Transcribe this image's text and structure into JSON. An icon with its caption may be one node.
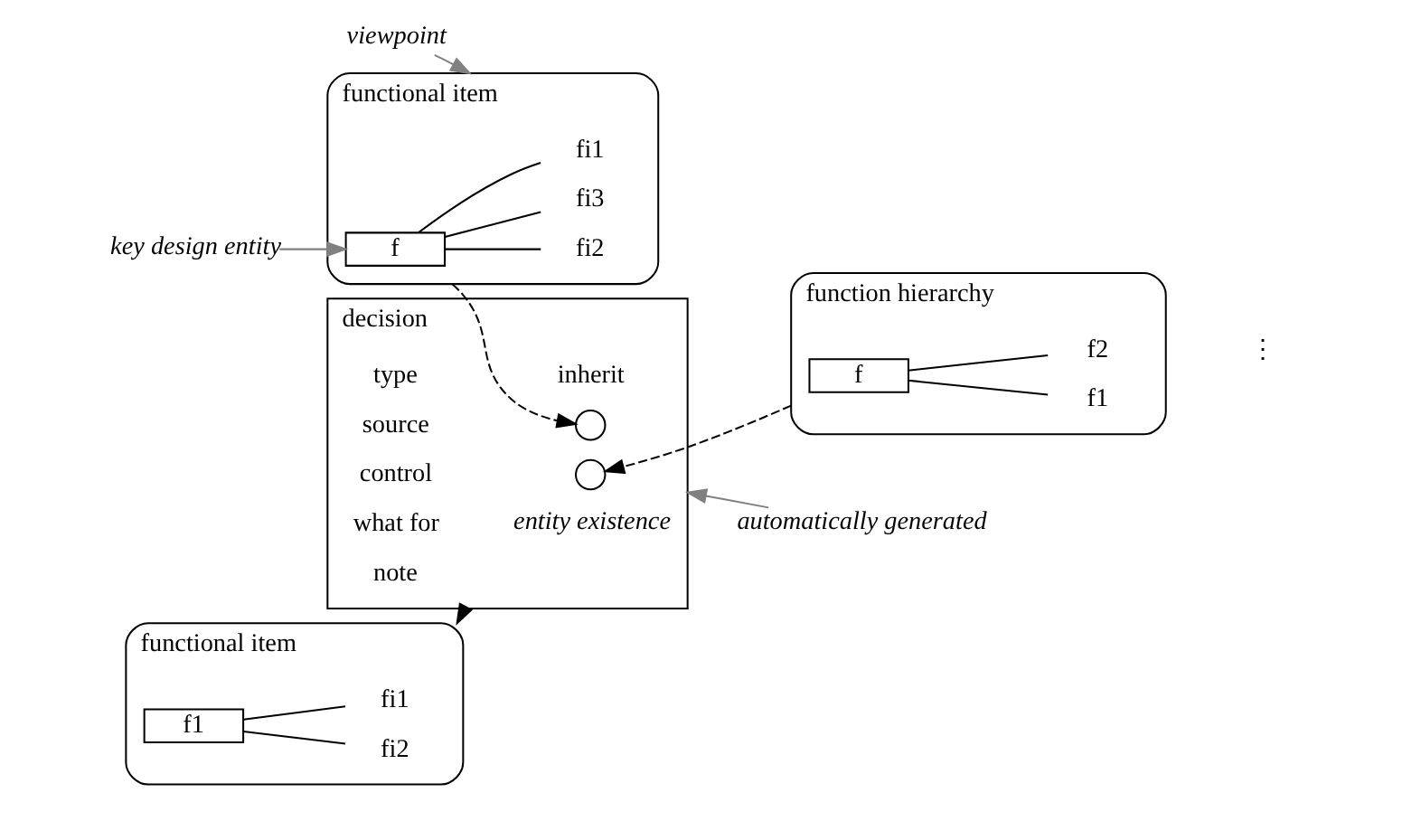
{
  "diagram": {
    "nodes": [
      {
        "text": [
          "viewpoint"
        ]
      },
      {
        "text": [
          "key design entity"
        ]
      },
      {
        "text": [
          "functional item"
        ]
      },
      {
        "text": [
          "f"
        ],
        "in": 2
      },
      {
        "text": [
          "fi1"
        ],
        "in": 2
      },
      {
        "text": [
          "fi2"
        ],
        "in": 2
      },
      {
        "text": [
          "fi3"
        ],
        "in": 2
      },
      {
        "text": [
          "decision"
        ]
      },
      {
        "text": [],
        "shape": "circle",
        "in": 7
      },
      {
        "text": [],
        "shape": "circle",
        "in": 7
      },
      {
        "text": [
          "function hierarchy"
        ]
      },
      {
        "text": [
          "f"
        ],
        "in": 10
      },
      {
        "text": [
          "f1"
        ],
        "in": 10
      },
      {
        "text": [
          "f2"
        ],
        "in": 10
      },
      {
        "text": [
          "automatically generated"
        ]
      },
      {
        "text": [
          "functional item"
        ]
      },
      {
        "text": [
          "f1"
        ],
        "in": 15
      },
      {
        "text": [
          "fi1"
        ],
        "in": 15
      },
      {
        "text": [
          "fi2"
        ],
        "in": 15
      }
    ],
    "edges": [
      {
        "from": 0,
        "to": 2,
        "arrow": "to",
        "color": "#808080"
      },
      {
        "from": 1,
        "to": 3,
        "arrow": "to",
        "color": "#808080"
      },
      {
        "from": 2,
        "to": 8,
        "arrow": "to",
        "style": "dashed"
      },
      {
        "from": 10,
        "to": 9,
        "arrow": "to",
        "style": "dashed"
      },
      {
        "from": 14,
        "to": 7,
        "arrow": "to",
        "color": "#808080"
      },
      {
        "from": 7,
        "to": 15,
        "arrow": "to"
      },
      {
        "from": 3,
        "to": 4,
        "arrow": "none"
      },
      {
        "from": 3,
        "to": 5,
        "arrow": "none"
      },
      {
        "from": 3,
        "to": 6,
        "arrow": "none"
      },
      {
        "from": 11,
        "to": 12,
        "arrow": "none"
      },
      {
        "from": 11,
        "to": 13,
        "arrow": "none"
      },
      {
        "from": 16,
        "to": 17,
        "arrow": "none"
      },
      {
        "from": 16,
        "to": 18,
        "arrow": "none"
      }
    ],
    "labels": [
      "type",
      "inherit",
      "source",
      "control",
      "what for",
      "entity existence",
      "note",
      "⋮"
    ]
  }
}
